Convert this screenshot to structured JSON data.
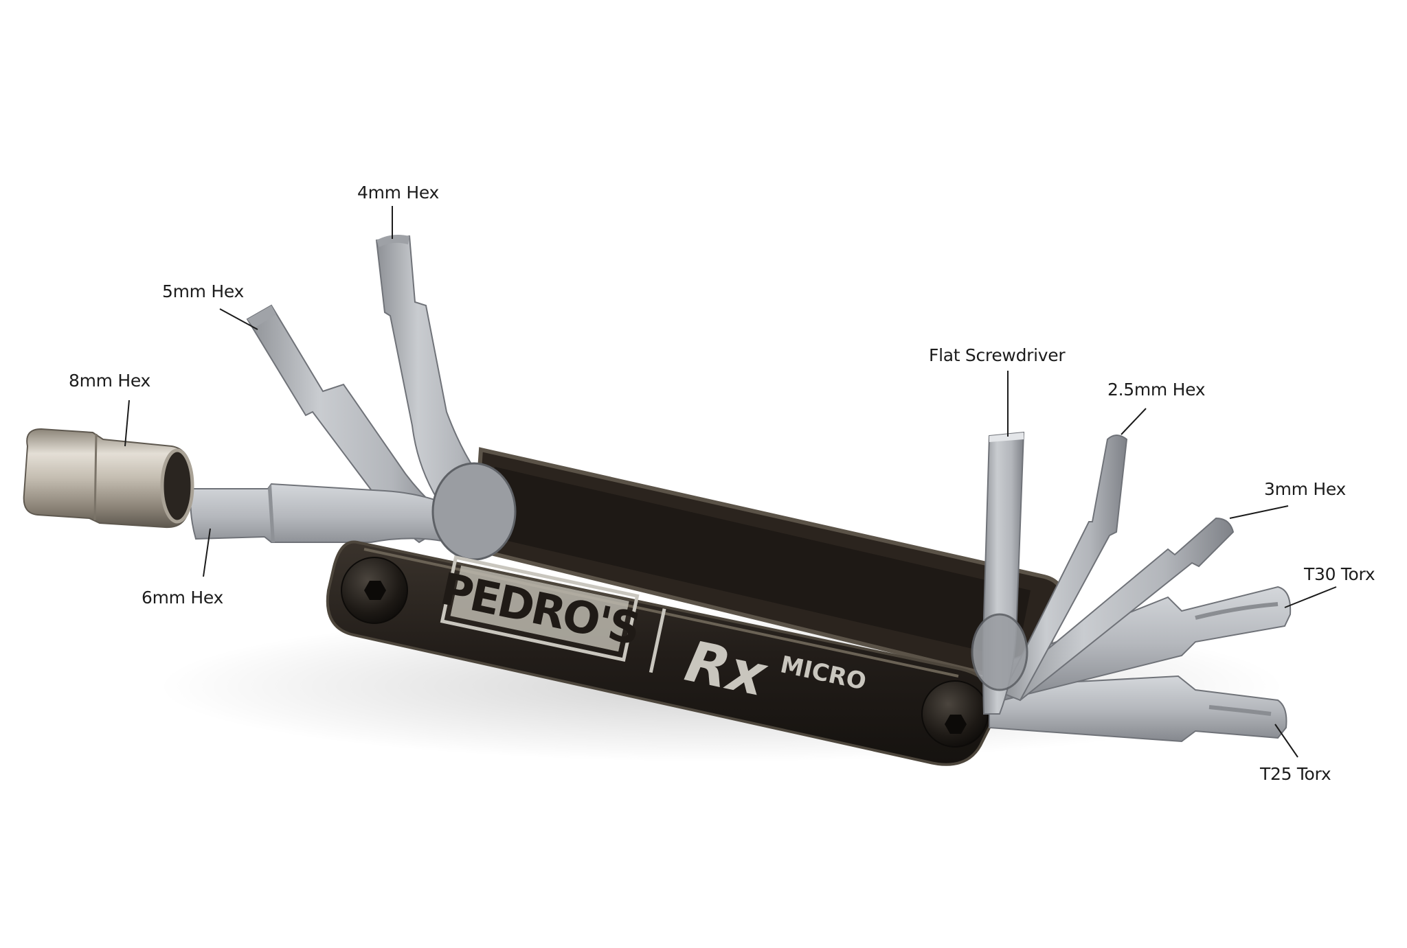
{
  "product": {
    "brand": "PEDRO'S",
    "model_main": "Rx",
    "model_sub": "MICRO"
  },
  "callouts": [
    {
      "id": "4mm-hex",
      "label": "4mm Hex"
    },
    {
      "id": "5mm-hex",
      "label": "5mm Hex"
    },
    {
      "id": "8mm-hex",
      "label": "8mm Hex"
    },
    {
      "id": "6mm-hex",
      "label": "6mm Hex"
    },
    {
      "id": "flat-screwdriver",
      "label": "Flat Screwdriver"
    },
    {
      "id": "2-5mm-hex",
      "label": "2.5mm Hex"
    },
    {
      "id": "3mm-hex",
      "label": "3mm Hex"
    },
    {
      "id": "t30-torx",
      "label": "T30 Torx"
    },
    {
      "id": "t25-torx",
      "label": "T25 Torx"
    }
  ],
  "colors": {
    "background": "#ffffff",
    "body": "#2a241f",
    "body_edge": "#5a5348",
    "steel": "#b9bcc0",
    "steel_dark": "#7d8086",
    "socket": "#c8c2b6",
    "engraving": "#c9c6be"
  }
}
